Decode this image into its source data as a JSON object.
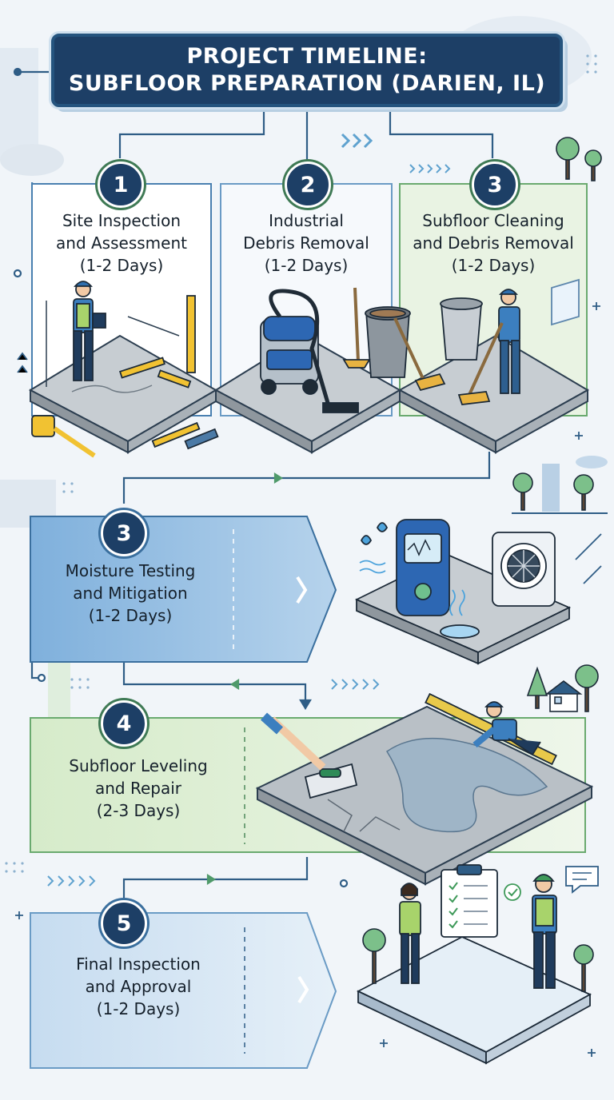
{
  "title": {
    "line1": "PROJECT TIMELINE:",
    "line2": "SUBFLOOR PREPARATION (DARIEN, IL)"
  },
  "steps": [
    {
      "number": "1",
      "lines": [
        "Site Inspection",
        "and Assessment",
        "(1-2 Days)"
      ]
    },
    {
      "number": "2",
      "lines": [
        "Industrial",
        "Debris Removal",
        "(1-2 Days)"
      ]
    },
    {
      "number": "3",
      "lines": [
        "Subfloor Cleaning",
        "and Debris Removal",
        "(1-2 Days)"
      ]
    },
    {
      "number": "3",
      "lines": [
        "Moisture Testing",
        "and Mitigation",
        "(1-2 Days)"
      ]
    },
    {
      "number": "4",
      "lines": [
        "Subfloor Leveling",
        "and Repair",
        "(2-3 Days)"
      ]
    },
    {
      "number": "5",
      "lines": [
        "Final Inspection",
        "and Approval",
        "(1-2 Days)"
      ]
    }
  ],
  "icons": [
    "tape-measure-icon",
    "level-icon",
    "vacuum-icon",
    "trash-can-icon",
    "broom-icon",
    "moisture-meter-icon",
    "dehumidifier-icon",
    "trowel-icon",
    "clipboard-icon",
    "checkmark-icon",
    "chat-bubble-icon",
    "tree-icon",
    "house-icon"
  ],
  "colors": {
    "navy": "#1d3f66",
    "blue_panel": "#7fb0dc",
    "green_panel": "#d7eccd",
    "green_line": "#4f9a6a",
    "concrete": "#b9c0c6"
  }
}
